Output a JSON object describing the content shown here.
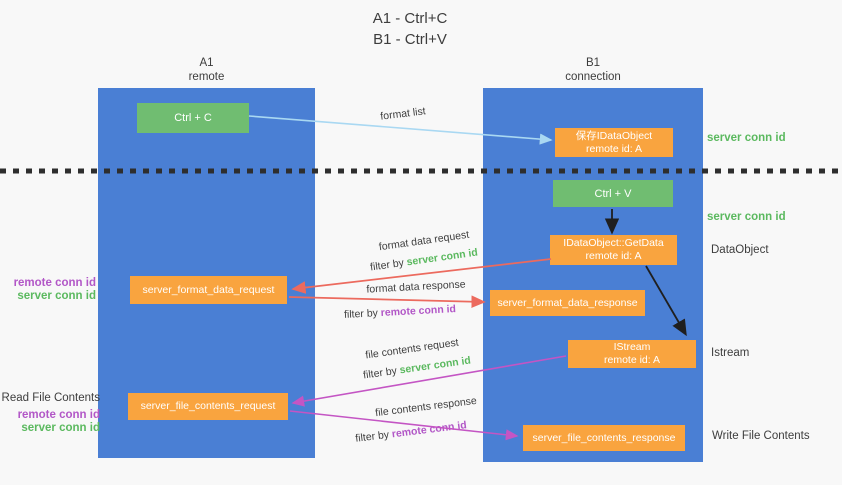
{
  "title": {
    "line1": "A1 - Ctrl+C",
    "line2": "B1 - Ctrl+V"
  },
  "columns": {
    "left": {
      "name": "A1",
      "role": "remote"
    },
    "right": {
      "name": "B1",
      "role": "connection"
    }
  },
  "nodes": {
    "ctrl_c": {
      "label": "Ctrl + C"
    },
    "ctrl_v": {
      "label": "Ctrl + V"
    },
    "save_dataobject": {
      "line1": "保存IDataObject",
      "line2": "remote id: A"
    },
    "getdata": {
      "line1": "IDataObject::GetData",
      "line2": "remote id: A"
    },
    "istream": {
      "line1": "IStream",
      "line2": "remote id: A"
    },
    "server_format_data_request": {
      "label": "server_format_data_request"
    },
    "server_format_data_response": {
      "label": "server_format_data_response"
    },
    "server_file_contents_request": {
      "label": "server_file_contents_request"
    },
    "server_file_contents_response": {
      "label": "server_file_contents_response"
    }
  },
  "flow_labels": {
    "format_list": "format list",
    "format_data_request": "format data request",
    "format_data_response": "format data response",
    "file_contents_request": "file contents request",
    "file_contents_response": "file contents response",
    "filter_by": "filter by "
  },
  "side_labels": {
    "server_conn_id": "server conn id",
    "remote_conn_id": "remote conn id",
    "dataobject": "DataObject",
    "istream": "Istream",
    "read_file_contents": "Read File Contents",
    "write_file_contents": "Write File Contents"
  },
  "colors": {
    "column_blue": "#4a7fd4",
    "node_orange": "#f9a43f",
    "node_green": "#70bd71",
    "server_conn_green": "#5bb95f",
    "remote_conn_purple": "#b257c7",
    "request_red": "#ec6a5e",
    "response_magenta": "#c455c4",
    "format_list_blue": "#a9d8f2",
    "black_arrow": "#1f1f1f",
    "dotted_line": "#2e2e2e"
  }
}
